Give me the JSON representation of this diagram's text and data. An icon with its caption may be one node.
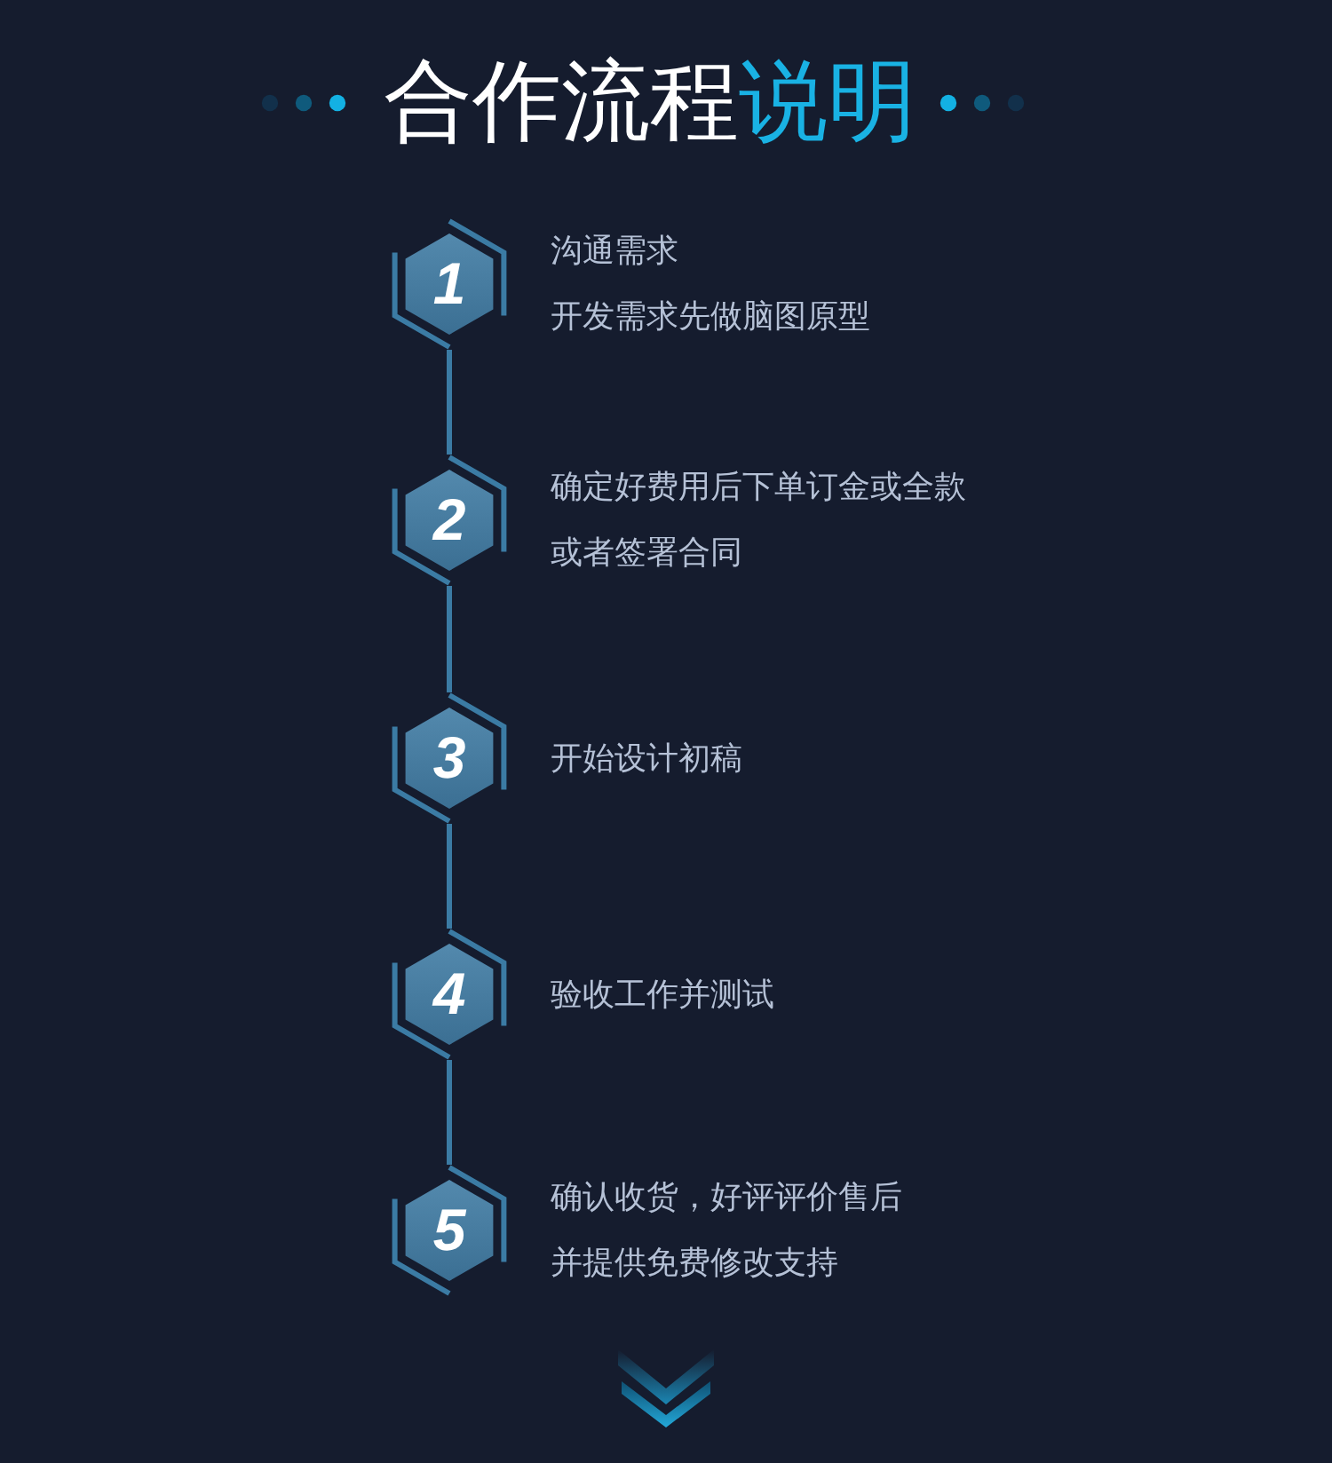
{
  "diagram": {
    "title": "合作流程说明",
    "nodes": [
      {
        "text": [
          "1"
        ],
        "beside": [
          "沟通需求",
          "开发需求先做脑图原型"
        ]
      },
      {
        "text": [
          "2"
        ],
        "beside": [
          "确定好费用后下单订金或全款或者签署合同"
        ]
      },
      {
        "text": [
          "3"
        ],
        "beside": [
          "开始设计初稿"
        ]
      },
      {
        "text": [
          "4"
        ],
        "beside": [
          "验收工作并测试"
        ]
      },
      {
        "text": [
          "5"
        ],
        "beside": [
          "确认收货，好评评价售后并提供免费修改支持"
        ]
      }
    ],
    "edges": [
      {
        "from": 0,
        "to": 1,
        "arrow": "none"
      },
      {
        "from": 1,
        "to": 2,
        "arrow": "none"
      },
      {
        "from": 2,
        "to": 3,
        "arrow": "none"
      },
      {
        "from": 3,
        "to": 4,
        "arrow": "none"
      }
    ]
  }
}
